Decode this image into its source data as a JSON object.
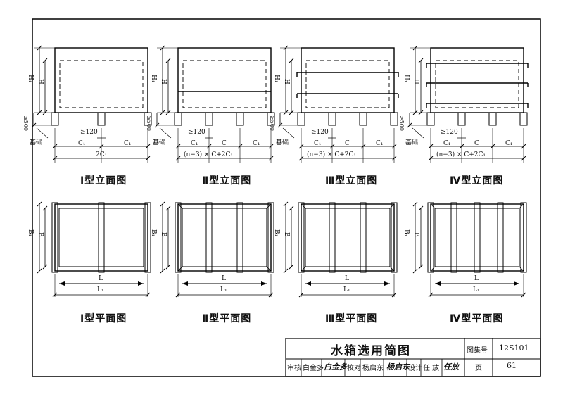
{
  "views": [
    {
      "elev_caption": "Ⅰ型立面图",
      "plan_caption": "Ⅰ型平面图",
      "bottom_dim_label": "2C₁"
    },
    {
      "elev_caption": "Ⅱ型立面图",
      "plan_caption": "Ⅱ型平面图",
      "bottom_dim_label": "(n−3) × C+2C₁"
    },
    {
      "elev_caption": "Ⅲ型立面图",
      "plan_caption": "Ⅲ型平面图",
      "bottom_dim_label": "(n−3) × C+2C₁"
    },
    {
      "elev_caption": "Ⅳ型立面图",
      "plan_caption": "Ⅳ型平面图",
      "bottom_dim_label": "(n−3) × C+2C₁"
    }
  ],
  "labels": {
    "H1": "H₁",
    "H": "H",
    "B1": "B₁",
    "B": "B",
    "L": "L",
    "L1": "L₁",
    "C1": "C₁",
    "C": "C",
    "gap": "≥120",
    "base_height": "≥500",
    "foundation": "基础"
  },
  "title_block": {
    "title": "水箱选用简图",
    "atlas_label": "图集号",
    "atlas_no": "12S101",
    "page_label": "页",
    "page_no": "61",
    "review_label": "审核",
    "reviewer": "白金多",
    "check_label": "校对",
    "checker": "杨启东",
    "design_label": "设计",
    "designer": "任 放"
  }
}
